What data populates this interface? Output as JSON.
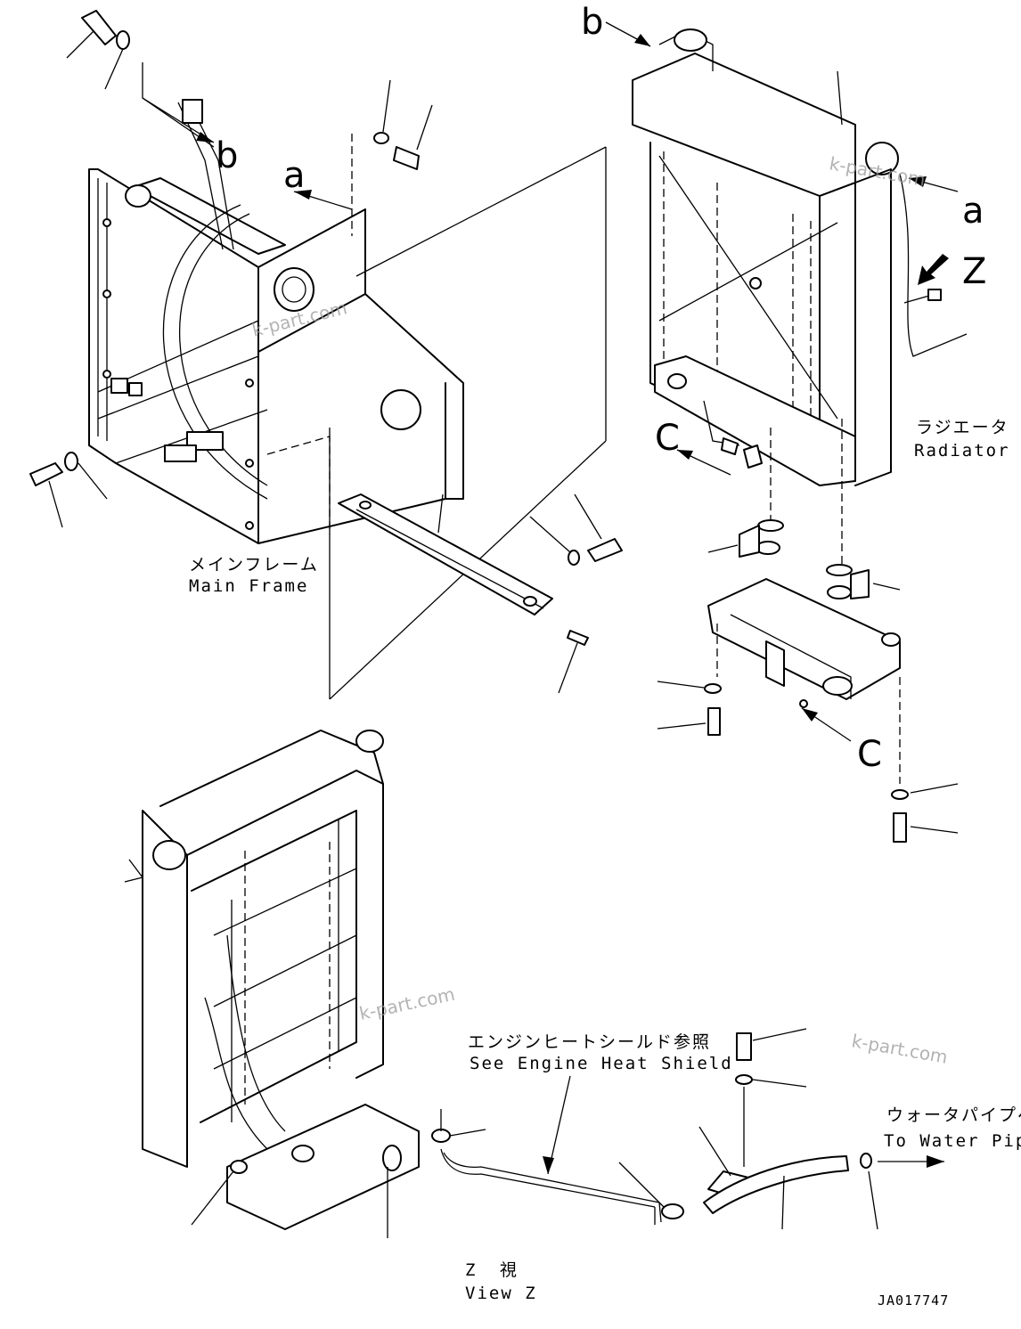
{
  "callouts": {
    "a": "a",
    "b": "b",
    "c": "C",
    "z": "Z"
  },
  "labels": {
    "main_frame_jp": "メインフレーム",
    "main_frame_en": "Main Frame",
    "radiator_jp": "ラジエータ",
    "radiator_en": "Radiator",
    "heat_shield_jp": "エンジンヒートシールド参照",
    "heat_shield_en": "See Engine Heat Shield",
    "water_pipe_jp": "ウォータパイプへ",
    "water_pipe_en": "To Water Pipe",
    "view_jp": "Z 視",
    "view_en": "View Z"
  },
  "watermark": "k-part.com",
  "drawing_code": "JA017747"
}
